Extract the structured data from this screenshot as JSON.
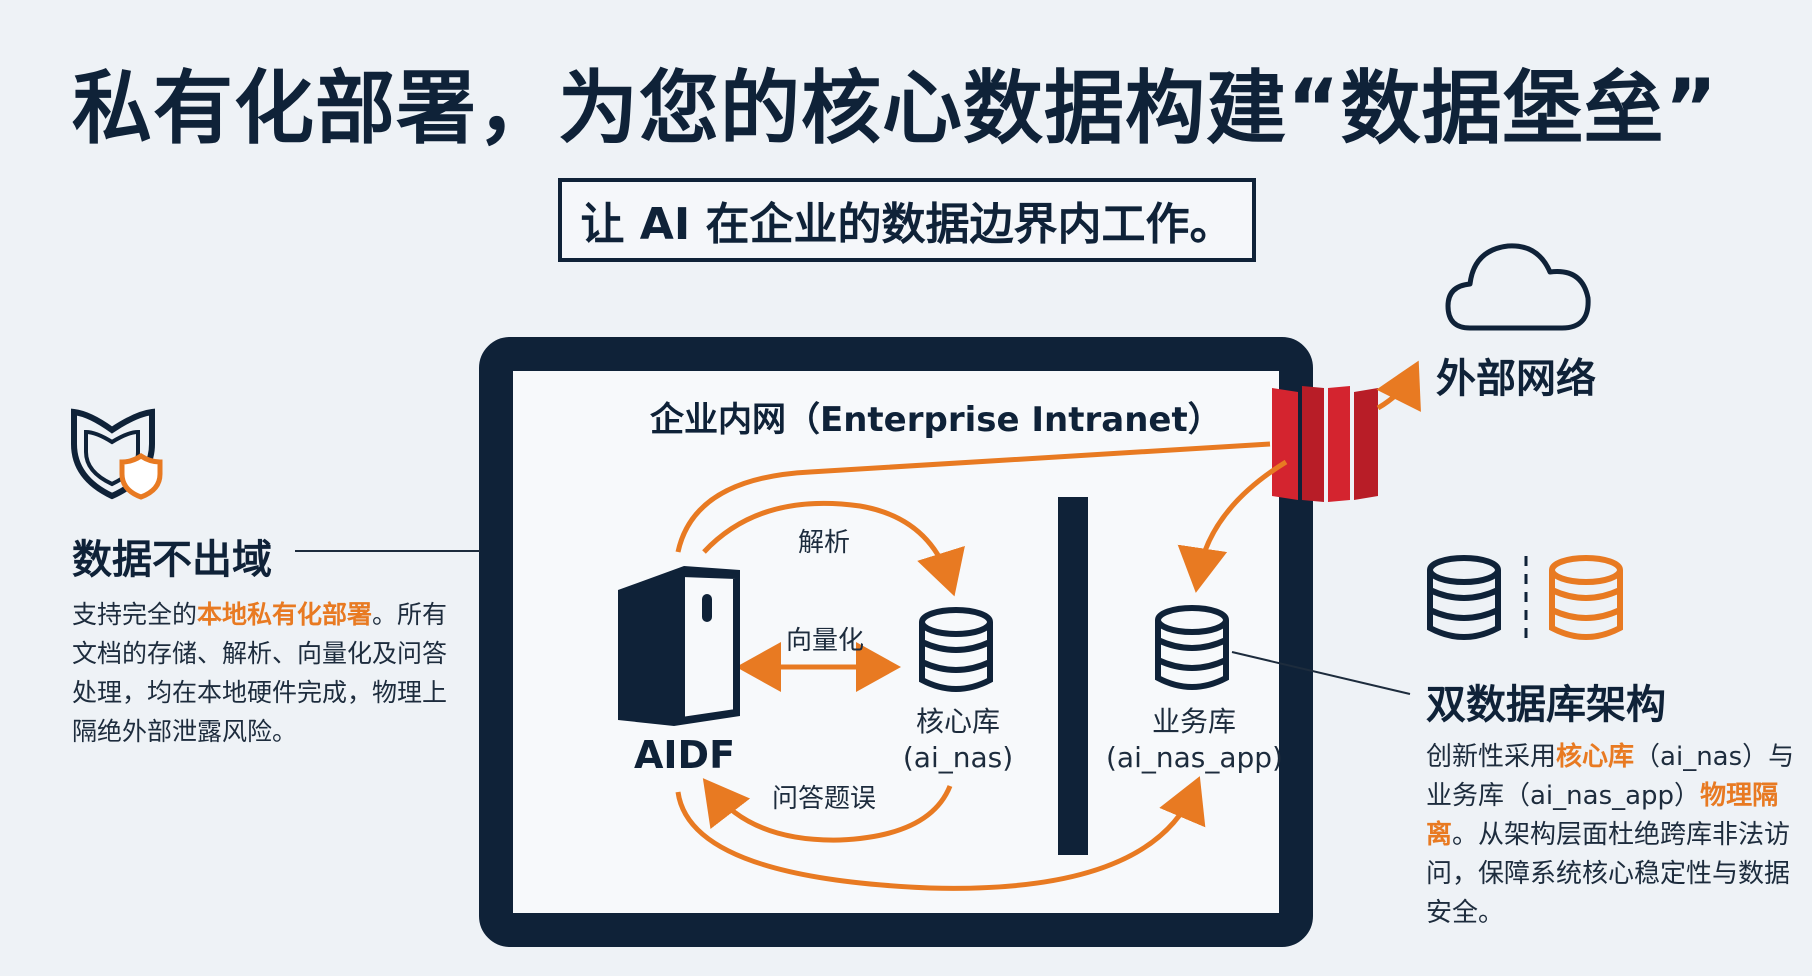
{
  "title": "私有化部署，为您的核心数据构建“数据堡垒”",
  "subtitle": "让 AI 在企业的数据边界内工作。",
  "external_network": "外部网络",
  "intranet_label": "企业内网（Enterprise Intranet）",
  "left_panel": {
    "heading": "数据不出域",
    "text_before": "支持完全的",
    "highlight": "本地私有化部署",
    "text_after": "。所有文档的存储、解析、向量化及问答处理，均在本地硬件完成，物理上隔绝外部泄露风险。"
  },
  "right_panel": {
    "heading": "双数据库架构",
    "text_1": "创新性采用",
    "highlight_1": "核心库",
    "text_2": "（ai_nas）与业务库（ai_nas_app）",
    "highlight_2": "物理隔离",
    "text_3": "。从架构层面杜绝跨库非法访问，保障系统核心稳定性与数据安全。"
  },
  "diagram": {
    "server_label": "AIDF",
    "arrow_parse": "解析",
    "arrow_vectorize": "向量化",
    "arrow_qa": "问答题误",
    "core_db": {
      "name": "核心库",
      "code": "(ai_nas)"
    },
    "biz_db": {
      "name": "业务库",
      "code": "(ai_nas_app)"
    }
  },
  "colors": {
    "navy": "#0f2238",
    "accent": "#e87a22",
    "firewall": "#d4242f",
    "background": "#eef2f6"
  }
}
